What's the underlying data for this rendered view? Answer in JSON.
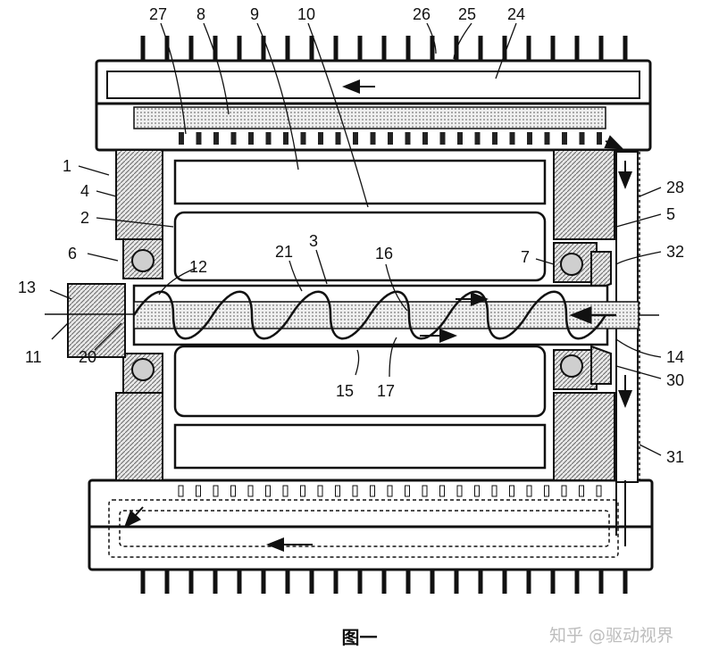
{
  "figure": {
    "caption": "图一",
    "watermark": "知乎 @驱动视界"
  },
  "labels": {
    "l1": "1",
    "l2": "2",
    "l3": "3",
    "l4": "4",
    "l5": "5",
    "l6": "6",
    "l7": "7",
    "l8": "8",
    "l9": "9",
    "l10": "10",
    "l11": "11",
    "l12": "12",
    "l13": "13",
    "l14": "14",
    "l15": "15",
    "l16": "16",
    "l17": "17",
    "l20": "20",
    "l21": "21",
    "l24": "24",
    "l25": "25",
    "l26": "26",
    "l27": "27",
    "l28": "28",
    "l30": "30",
    "l31": "31",
    "l32": "32"
  },
  "colors": {
    "line": "#111111",
    "hatch": "#555555",
    "paper": "#ffffff"
  }
}
